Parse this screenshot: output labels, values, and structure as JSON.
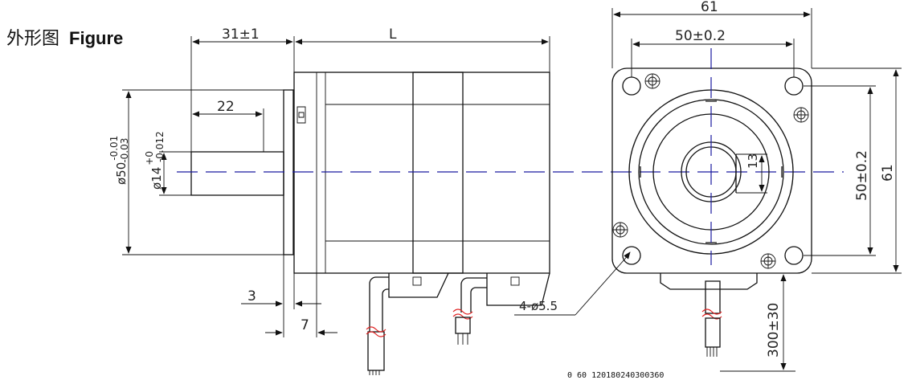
{
  "title": {
    "cn": "外形图",
    "en": "Figure"
  },
  "dimensions": {
    "shaft_ext": "31±1",
    "body_length": "L",
    "key_length": "22",
    "flange_dia": "ø50",
    "flange_dia_tol": "-0.01",
    "flange_dia_tol2": "-0.03",
    "shaft_dia": "ø14",
    "shaft_dia_tol": "+0",
    "shaft_dia_tol2": "-0.012",
    "dim_3": "3",
    "dim_7": "7",
    "width_top": "61",
    "hole_pitch_h": "50±0.2",
    "hole_pitch_v": "50±0.2",
    "height_right": "61",
    "flat": "13",
    "holes": "4-ø5.5",
    "cable_len": "300±30"
  },
  "scale_text": "0  60 120180240300360"
}
